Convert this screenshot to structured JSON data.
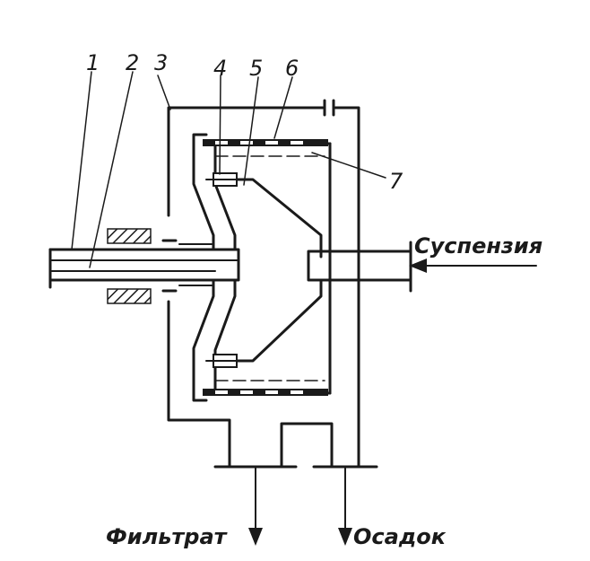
{
  "labels": {
    "n1": "1",
    "n2": "2",
    "n3": "3",
    "n4": "4",
    "n5": "5",
    "n6": "6",
    "n7": "7",
    "feed": "Суспензия",
    "filtrate": "Фильтрат",
    "sediment": "Осадок"
  },
  "colors": {
    "ink": "#1a1a1a",
    "paper": "#ffffff"
  }
}
